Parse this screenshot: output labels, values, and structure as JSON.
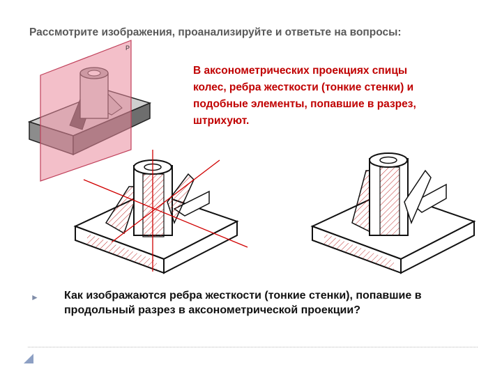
{
  "slide": {
    "title": "Рассмотрите изображения, проанализируйте и ответьте на вопросы:",
    "note": "В аксонометрических проекциях спицы колес, ребра жесткости (тонкие стенки) и подобные элементы, попавшие в разрез, штрихуют.",
    "question": "Как изображаются ребра жесткости (тонкие стенки), попавшие в продольный разрез в аксонометрической проекции?",
    "bullet_icon": "triangle-bullet-icon",
    "plane_label": "P"
  },
  "colors": {
    "title": "#595959",
    "note": "#c00000",
    "question": "#111111",
    "section_line": "#d00000",
    "plane": "#e98a9c"
  }
}
